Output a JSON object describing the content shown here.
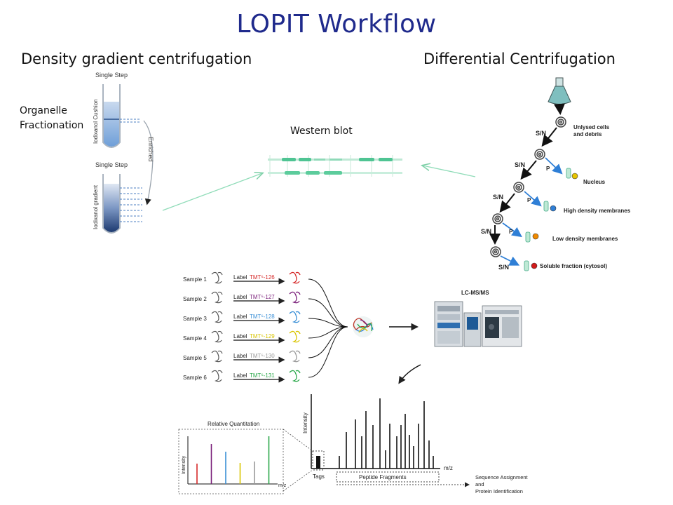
{
  "title": "LOPIT Workflow",
  "headers": {
    "left": "Density gradient centrifugation",
    "right": "Differential Centrifugation"
  },
  "left_panel": {
    "annotation_line1": "Organelle",
    "annotation_line2": "Fractionation",
    "tube1_heading": "Single Step",
    "tube1_label": "Iodixanol Cushion",
    "tube2_heading": "Single Step",
    "tube2_label": "Iodixanol gradient",
    "bracket_label": "Enriched"
  },
  "western_blot_label": "Western blot",
  "diff_centrifugation": {
    "supernatant_labels": [
      "S/N",
      "S/N",
      "S/N",
      "S/N",
      "S/N"
    ],
    "pellet_labels": [
      "P",
      "P",
      "P"
    ],
    "fractions": [
      "Unlysed cells and debris",
      "Nucleus",
      "High density membranes",
      "Low density membranes",
      "Soluble fraction (cytosol)"
    ],
    "fraction_colors": [
      "#e6c400",
      "#2f7fd6",
      "#f08a00",
      "#d11a1a"
    ]
  },
  "tmt": {
    "samples": [
      "Sample 1",
      "Sample 2",
      "Sample 3",
      "Sample 4",
      "Sample 5",
      "Sample 6"
    ],
    "label_word": "Label",
    "tags": [
      "TMT⁶-126",
      "TMT⁶-127",
      "TMT⁶-128",
      "TMT⁶-129",
      "TMT⁶-130",
      "TMT⁶-131"
    ],
    "tag_colors": [
      "#d62a2a",
      "#7a1f7a",
      "#3a8fd6",
      "#d9c400",
      "#999999",
      "#2aa84a"
    ],
    "instrument_label": "LC-MS/MS"
  },
  "spectrum": {
    "y_label": "Intensity",
    "x_label": "m/z",
    "tags_label": "Tags",
    "fragments_label": "Peptide Fragments",
    "result_line1": "Sequence Assignment",
    "result_line2": "and",
    "result_line3": "Protein Identification"
  },
  "inset": {
    "title": "Relative Quantitation",
    "y_label": "Intensity",
    "x_label": "m/z"
  }
}
